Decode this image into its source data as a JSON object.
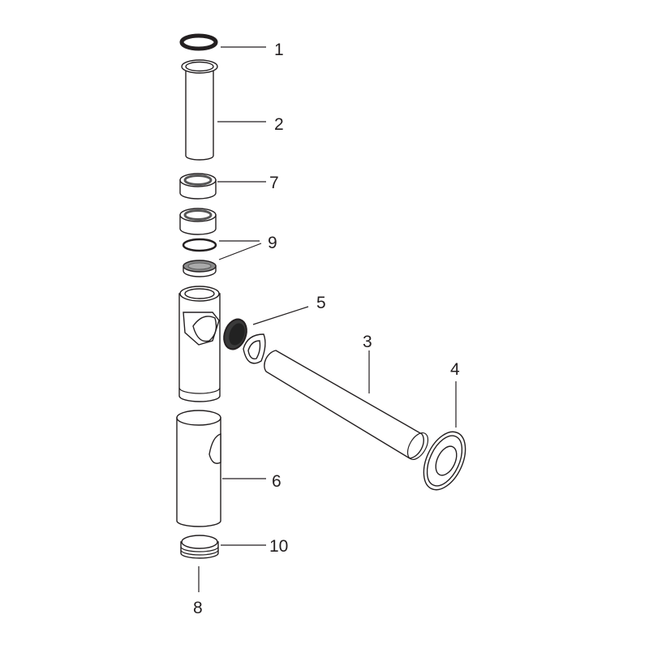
{
  "labels": {
    "p1": "1",
    "p2": "2",
    "p3": "3",
    "p4": "4",
    "p5": "5",
    "p6": "6",
    "p7": "7",
    "p8": "8",
    "p9": "9",
    "p10": "10"
  },
  "colors": {
    "line": "#231f20",
    "gasket": "#3a3a3a",
    "ring_gray": "#8a8a8a"
  }
}
